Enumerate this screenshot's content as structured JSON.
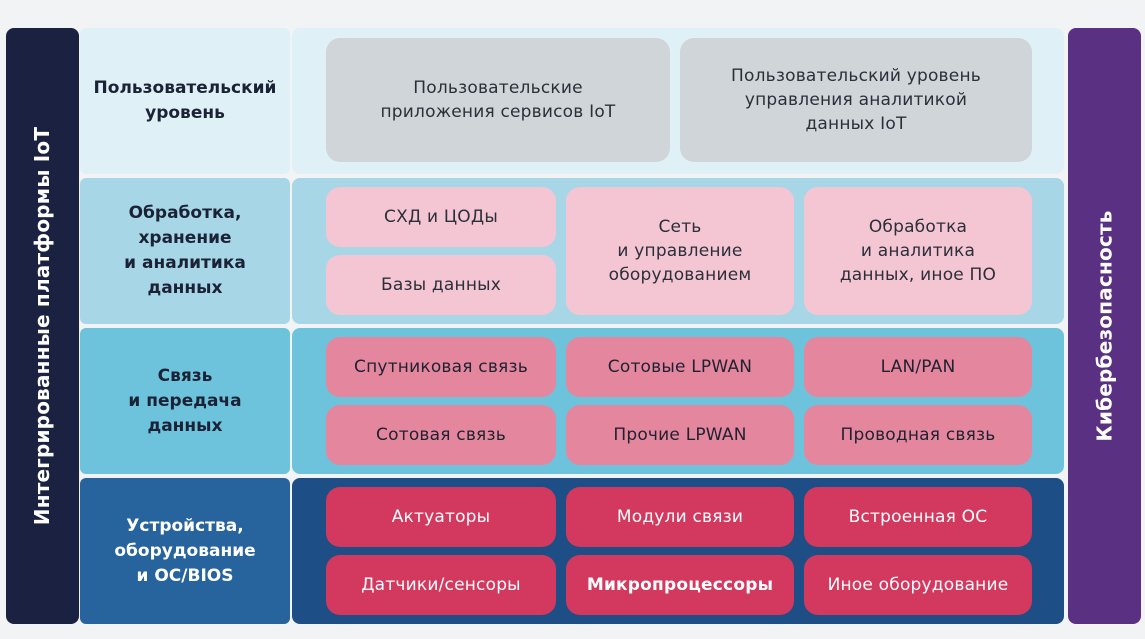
{
  "sidebars": {
    "left": "Интегрированные платформы IoT",
    "right": "Кибербезопасность"
  },
  "layers": {
    "user": {
      "label": "Пользовательский\nуровень",
      "boxes": [
        "Пользовательские\nприложения сервисов IoT",
        "Пользовательский уровень\nуправления аналитикой\nданных IoT"
      ]
    },
    "processing": {
      "label": "Обработка,\nхранение\nи аналитика\nданных",
      "boxes": [
        "СХД и ЦОДы",
        "Базы данных",
        "Сеть\nи управление\nоборудованием",
        "Обработка\nи аналитика\nданных, иное ПО"
      ]
    },
    "communication": {
      "label": "Связь\nи передача\nданных",
      "boxes": [
        "Спутниковая связь",
        "Сотовые LPWAN",
        "LAN/PAN",
        "Сотовая связь",
        "Прочие LPWAN",
        "Проводная связь"
      ]
    },
    "devices": {
      "label": "Устройства,\nоборудование\nи ОС/BIOS",
      "boxes": [
        "Актуаторы",
        "Модули связи",
        "Встроенная ОС",
        "Датчики/сенсоры",
        "Микропроцессоры",
        "Иное оборудование"
      ]
    }
  },
  "colors": {
    "left_sidebar": "#1b2140",
    "right_sidebar": "#5a3182",
    "user_layer": "#dff1f6",
    "processing_layer": "#a7d7e7",
    "communication_layer": "#6dc3dc",
    "devices_layer": "#1d4f86",
    "gray_box": "#d0d5d9",
    "light_pink_box": "#f4c6d3",
    "pink_box": "#e5869f",
    "red_box": "#d3385e"
  }
}
